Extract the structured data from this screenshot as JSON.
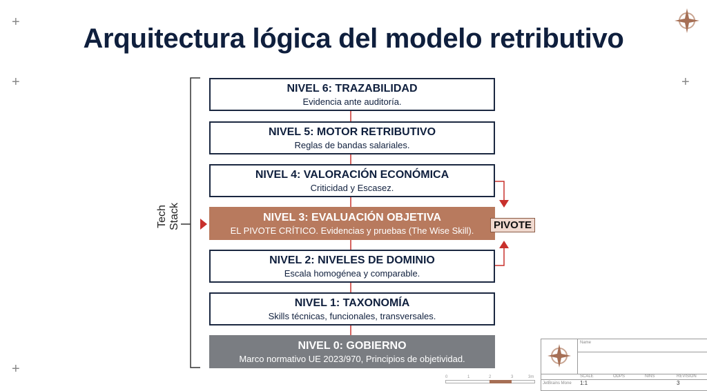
{
  "title": "Arquitectura lógica del modelo retributivo",
  "side_label": "Tech Stack",
  "pivot_label": "PIVOTE",
  "levels": [
    {
      "title": "NIVEL 6: TRAZABILIDAD",
      "subtitle": "Evidencia ante auditoría."
    },
    {
      "title": "NIVEL 5: MOTOR RETRIBUTIVO",
      "subtitle": "Reglas de bandas salariales."
    },
    {
      "title": "NIVEL 4: VALORACIÓN ECONÓMICA",
      "subtitle": "Criticidad y Escasez."
    },
    {
      "title": "NIVEL 3: EVALUACIÓN OBJETIVA",
      "subtitle": "EL PIVOTE CRÍTICO. Evidencias y pruebas (The Wise Skill)."
    },
    {
      "title": "NIVEL 2: NIVELES DE DOMINIO",
      "subtitle": "Escala homogénea y comparable."
    },
    {
      "title": "NIVEL 1: TAXONOMÍA",
      "subtitle": "Skills técnicas, funcionales, transversales."
    },
    {
      "title": "NIVEL 0: GOBIERNO",
      "subtitle": "Marco normativo UE 2023/970, Principios de objetividad."
    }
  ],
  "title_block": {
    "name_label": "Name",
    "scale_label": "SCALE",
    "col2": "ODPS",
    "col3": "NINS",
    "revision_label": "REVISION",
    "font": "JetBrains Mone",
    "scale": "1:1",
    "revision": "3"
  },
  "scale_bar": [
    "0",
    "1",
    "2",
    "3",
    "3m"
  ],
  "colors": {
    "navy": "#0f1f3d",
    "accent": "#b87a5e",
    "red": "#c8302c",
    "gray": "#7a7d82"
  }
}
